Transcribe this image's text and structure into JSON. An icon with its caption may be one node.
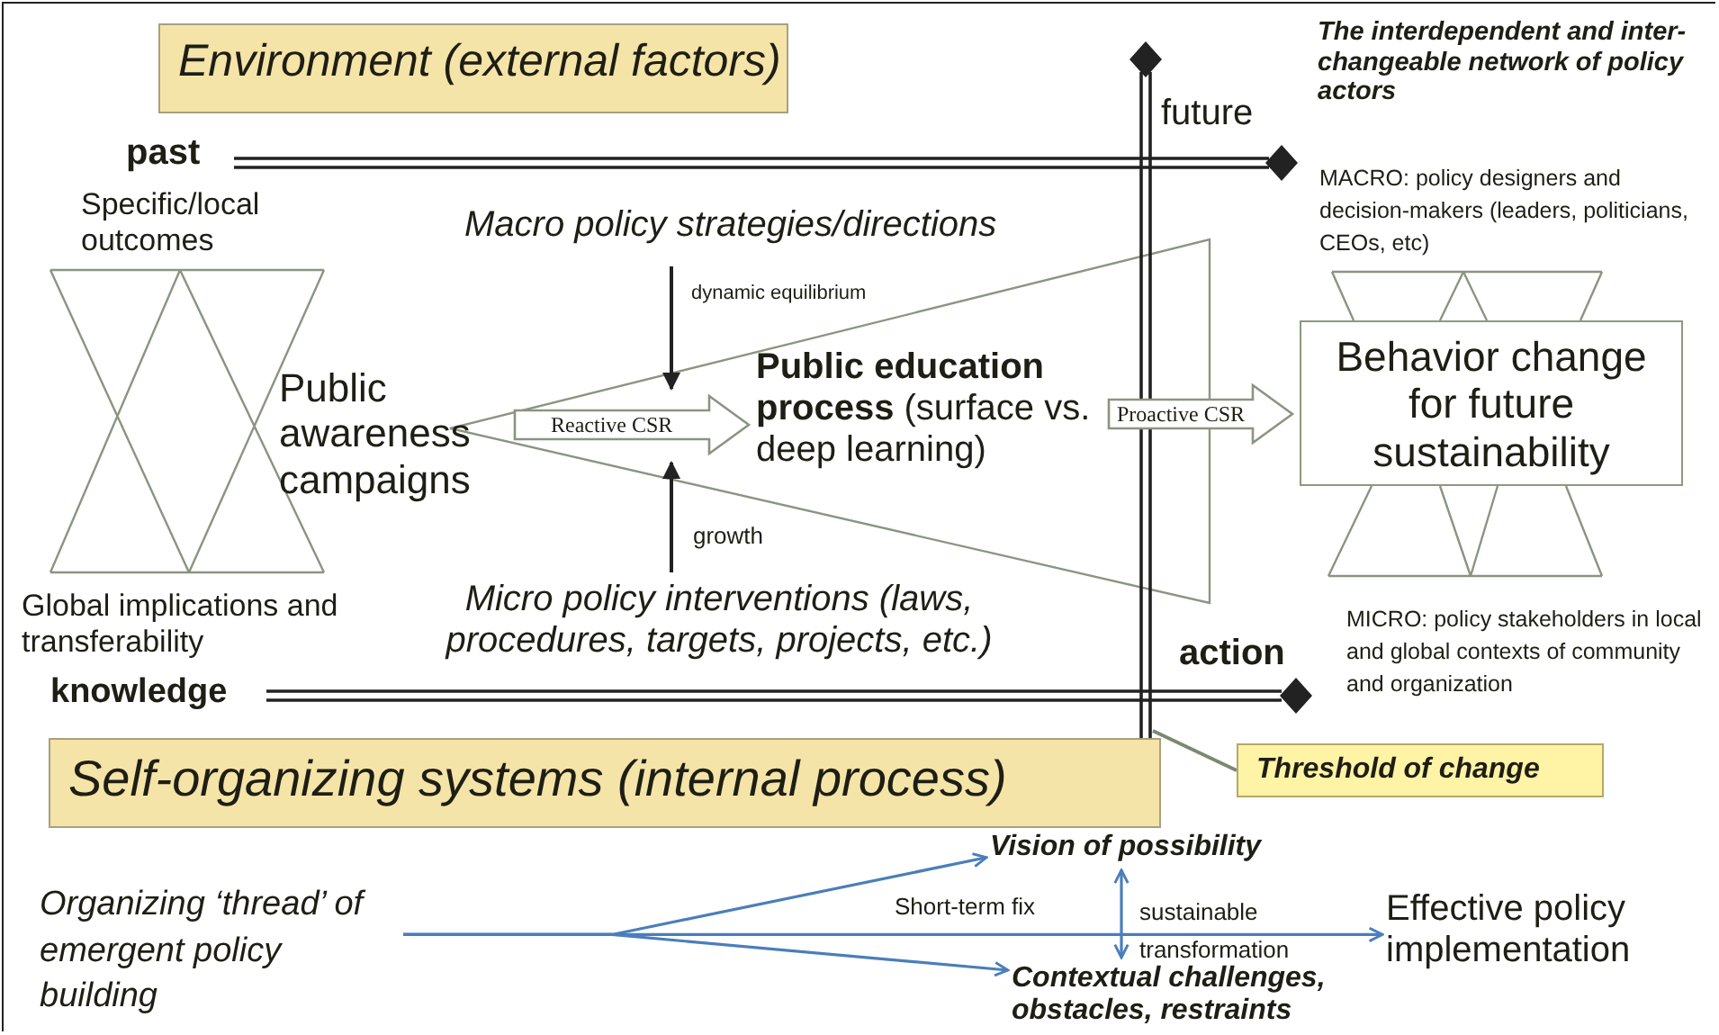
{
  "diagram": {
    "nodes": [
      {
        "text": [
          "Environment (external factors)"
        ]
      },
      {
        "text": [
          "Public awareness campaigns"
        ]
      },
      {
        "text": [
          "**Public education process** (surface vs. deep learning)"
        ]
      },
      {
        "text": [
          "Behavior change for future sustainability"
        ]
      },
      {
        "text": [
          "Self-organizing systems (internal process)"
        ]
      },
      {
        "text": [
          "Threshold of change"
        ]
      },
      {
        "text": [
          "Organizing ‘thread’ of emergent policy building"
        ]
      },
      {
        "text": [
          "Vision of possibility"
        ]
      },
      {
        "text": [
          "Effective policy implementation"
        ]
      },
      {
        "text": [
          "Contextual challenges, obstacles, restraints"
        ]
      },
      {
        "text": [],
        "shape": "bar"
      }
    ],
    "edges": [
      {
        "from": 1,
        "to": 2,
        "arrow": "to",
        "label": "Reactive CSR"
      },
      {
        "from": 2,
        "to": 3,
        "arrow": "to",
        "label": "Proactive CSR"
      },
      {
        "from": 5,
        "to": 10,
        "arrow": "none"
      },
      {
        "from": 6,
        "to": 7,
        "arrow": "to"
      },
      {
        "from": 6,
        "to": 8,
        "arrow": "to"
      },
      {
        "from": 6,
        "to": 9,
        "arrow": "to"
      },
      {
        "from": 7,
        "to": 9,
        "arrow": "both"
      }
    ],
    "labels": [
      "The interdependent and inter-changeable network of policy actors",
      "past",
      "future",
      "MACRO: policy designers and decision-makers (leaders, politicians, CEOs, etc)",
      "Specific/local outcomes",
      "Macro policy strategies/directions",
      "dynamic equilibrium",
      "growth",
      "Global implications and transferability",
      "Micro policy interventions (laws, procedures, targets, projects, etc.)",
      "MICRO: policy stakeholders in local and global contexts of community and organization",
      "action",
      "knowledge",
      "Short-term fix",
      "sustainable transformation"
    ]
  }
}
